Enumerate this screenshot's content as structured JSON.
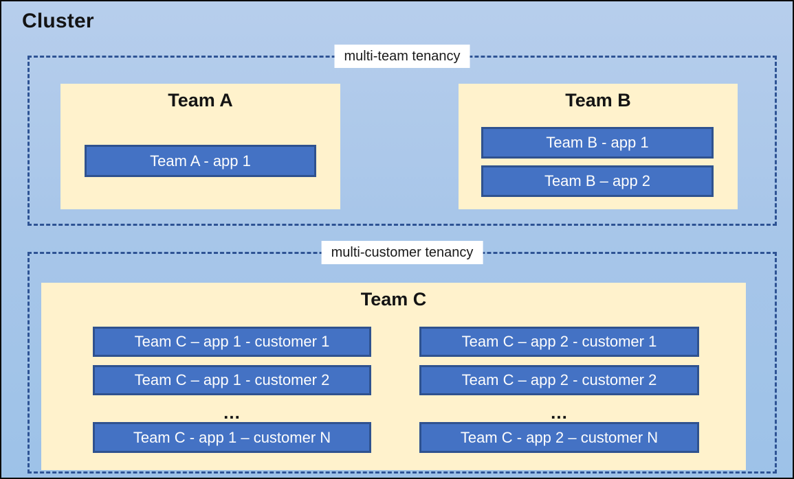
{
  "cluster": {
    "title": "Cluster"
  },
  "colors": {
    "canvas_top": "#b7ceec",
    "canvas_bottom": "#9dc2e8",
    "dashed_border": "#2e5394",
    "team_fill": "#fff2cc",
    "app_fill": "#4472c4",
    "app_border": "#2f528f",
    "app_text": "#ffffff",
    "title_text": "#141414",
    "label_bg": "#ffffff",
    "outer_border": "#0b0b0b"
  },
  "multi_team": {
    "label": "multi-team tenancy",
    "team_a": {
      "name": "Team A",
      "apps": [
        "Team A - app 1"
      ]
    },
    "team_b": {
      "name": "Team B",
      "apps": [
        "Team B - app 1",
        "Team B – app 2"
      ]
    }
  },
  "multi_customer": {
    "label": "multi-customer tenancy",
    "team_c": {
      "name": "Team C",
      "col1": {
        "rows": [
          "Team C – app 1 - customer 1",
          "Team C – app 1 - customer 2"
        ],
        "ellipsis": "...",
        "last_row": "Team C - app 1 – customer N"
      },
      "col2": {
        "rows": [
          "Team C – app 2 - customer 1",
          "Team C – app 2 - customer 2"
        ],
        "ellipsis": "...",
        "last_row": "Team C - app 2 – customer N"
      }
    }
  }
}
